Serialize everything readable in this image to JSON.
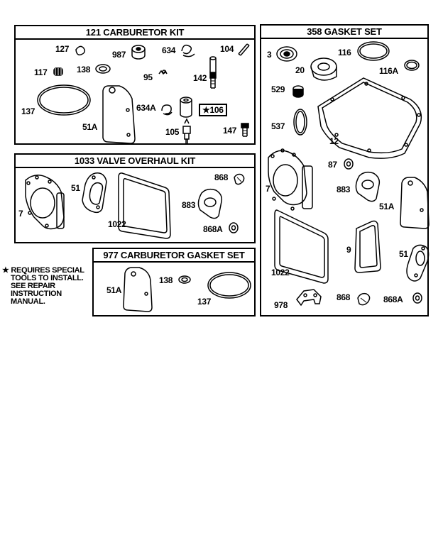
{
  "kits": {
    "carb_kit": {
      "title": "121 CARBURETOR KIT",
      "labels": {
        "p127": "127",
        "p987": "987",
        "p634": "634",
        "p104": "104",
        "p117": "117",
        "p138": "138",
        "p95": "95",
        "p142": "142",
        "p137": "137",
        "p51A": "51A",
        "p634A": "634A",
        "p106": "106",
        "p105": "105",
        "p147": "147"
      }
    },
    "valve_kit": {
      "title": "1033 VALVE OVERHAUL KIT",
      "labels": {
        "p7": "7",
        "p51": "51",
        "p1022": "1022",
        "p868": "868",
        "p883": "883",
        "p868A": "868A"
      }
    },
    "carb_gasket_set": {
      "title": "977 CARBURETOR GASKET SET",
      "labels": {
        "p51A": "51A",
        "p138": "138",
        "p137": "137"
      }
    },
    "gasket_set": {
      "title": "358 GASKET SET",
      "labels": {
        "p3": "3",
        "p116": "116",
        "p20": "20",
        "p116A": "116A",
        "p529": "529",
        "p537": "537",
        "p12": "12",
        "p7": "7",
        "p87": "87",
        "p883": "883",
        "p51A": "51A",
        "p9": "9",
        "p51": "51",
        "p1022": "1022",
        "p978": "978",
        "p868": "868",
        "p868A": "868A"
      }
    }
  },
  "special_tool_marker": "★",
  "note": {
    "marker": "★",
    "lines": [
      "REQUIRES SPECIAL",
      "TOOLS TO INSTALL.",
      "SEE REPAIR",
      "INSTRUCTION",
      "MANUAL."
    ]
  }
}
